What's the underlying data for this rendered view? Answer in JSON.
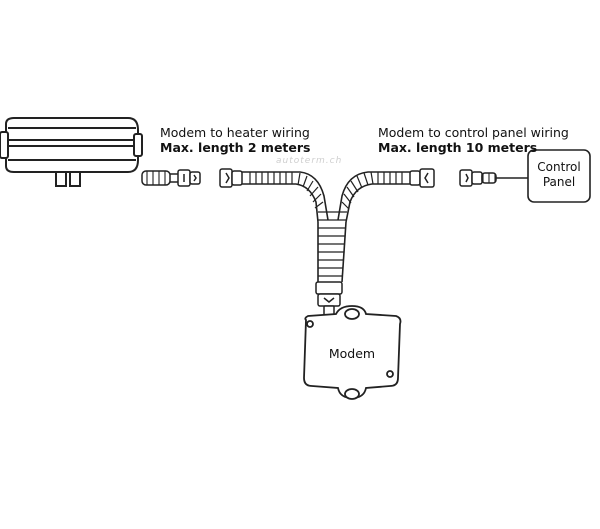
{
  "labels": {
    "heater_wiring_title": "Modem to heater wiring",
    "heater_wiring_length": "Max. length 2 meters",
    "panel_wiring_title": "Modem to control panel wiring",
    "panel_wiring_length": "Max. length 10 meters",
    "watermark": "autoterm.ch"
  },
  "control_panel": {
    "line1": "Control",
    "line2": "Panel"
  },
  "modem": {
    "label": "Modem"
  },
  "icons": {
    "heater": "heater-unit-icon",
    "connector": "connector-plug-icon",
    "harness": "corrugated-cable-harness-icon"
  },
  "colors": {
    "line": "#222222",
    "background": "#ffffff"
  }
}
